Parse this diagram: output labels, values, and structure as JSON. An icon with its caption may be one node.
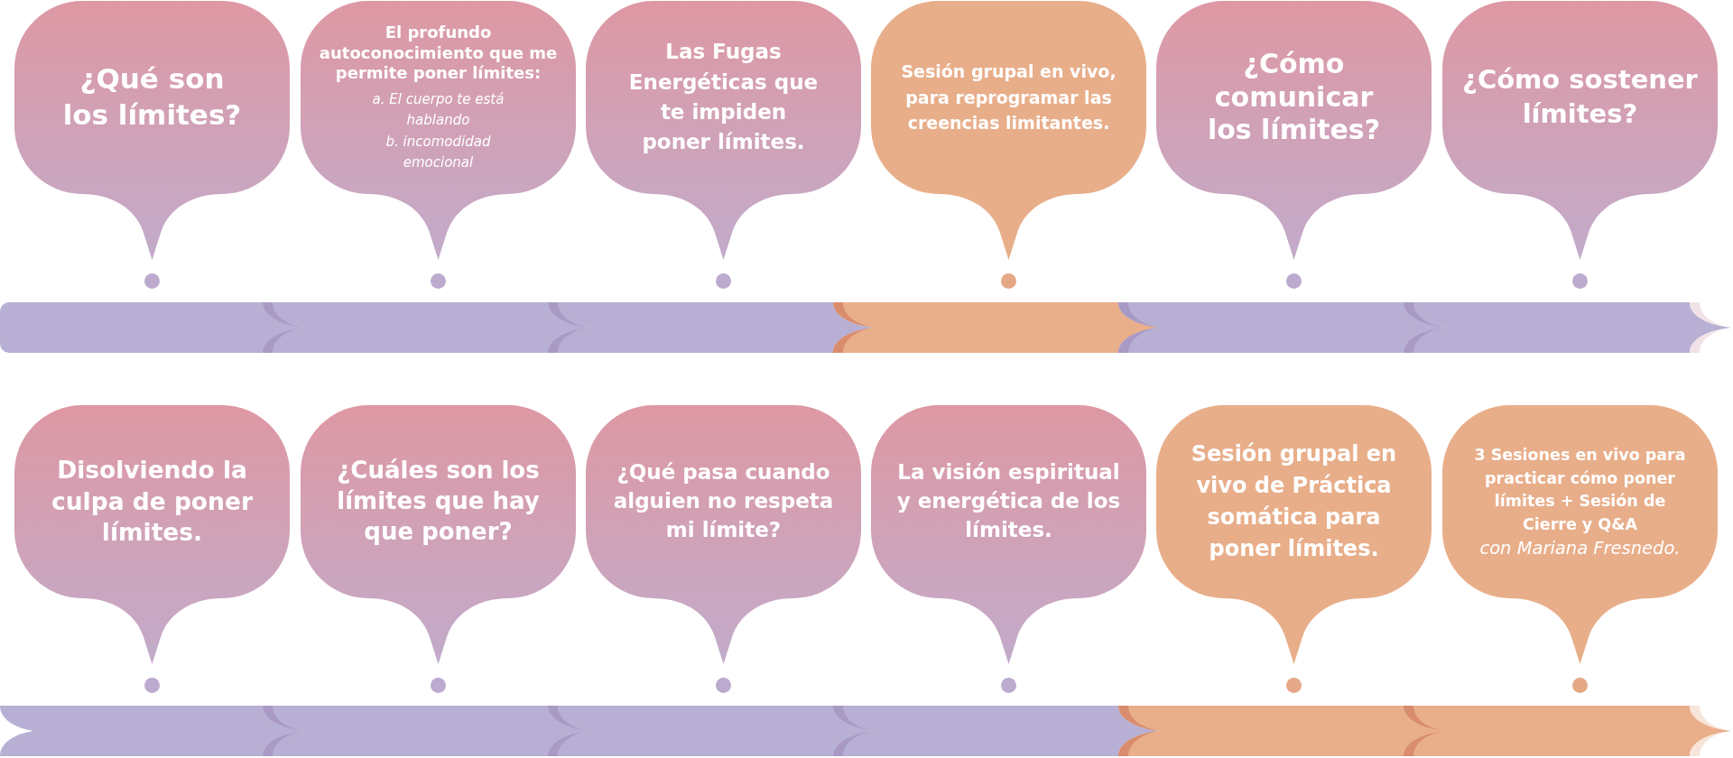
{
  "diagram": {
    "nodes": [
      {
        "text": [
          "¿Qué son los límites?"
        ]
      },
      {
        "text": [
          "El profundo autoconocimiento que me permite poner límites:",
          "a. El cuerpo te está hablando",
          "b. incomodidad emocional"
        ]
      },
      {
        "text": [
          "Las Fugas Energéticas que te impiden poner límites."
        ]
      },
      {
        "text": [
          "Sesión grupal en vivo, para reprogramar las creencias limitantes."
        ]
      },
      {
        "text": [
          "¿Cómo comunicar los límites?"
        ]
      },
      {
        "text": [
          "¿Cómo sostener límites?"
        ]
      },
      {
        "text": [
          "Disolviendo la culpa de poner límites."
        ]
      },
      {
        "text": [
          "¿Cuáles son los límites que hay que poner?"
        ]
      },
      {
        "text": [
          "¿Qué pasa cuando alguien no respeta mi límite?"
        ]
      },
      {
        "text": [
          "La visión espiritual y energética de los límites."
        ]
      },
      {
        "text": [
          "Sesión grupal en vivo de Práctica somática para poner límites."
        ]
      },
      {
        "text": [
          "3 Sesiones en vivo para practicar cómo poner límites + Sesión de Cierre y Q&A",
          "con Mariana Fresnedo."
        ]
      }
    ]
  }
}
